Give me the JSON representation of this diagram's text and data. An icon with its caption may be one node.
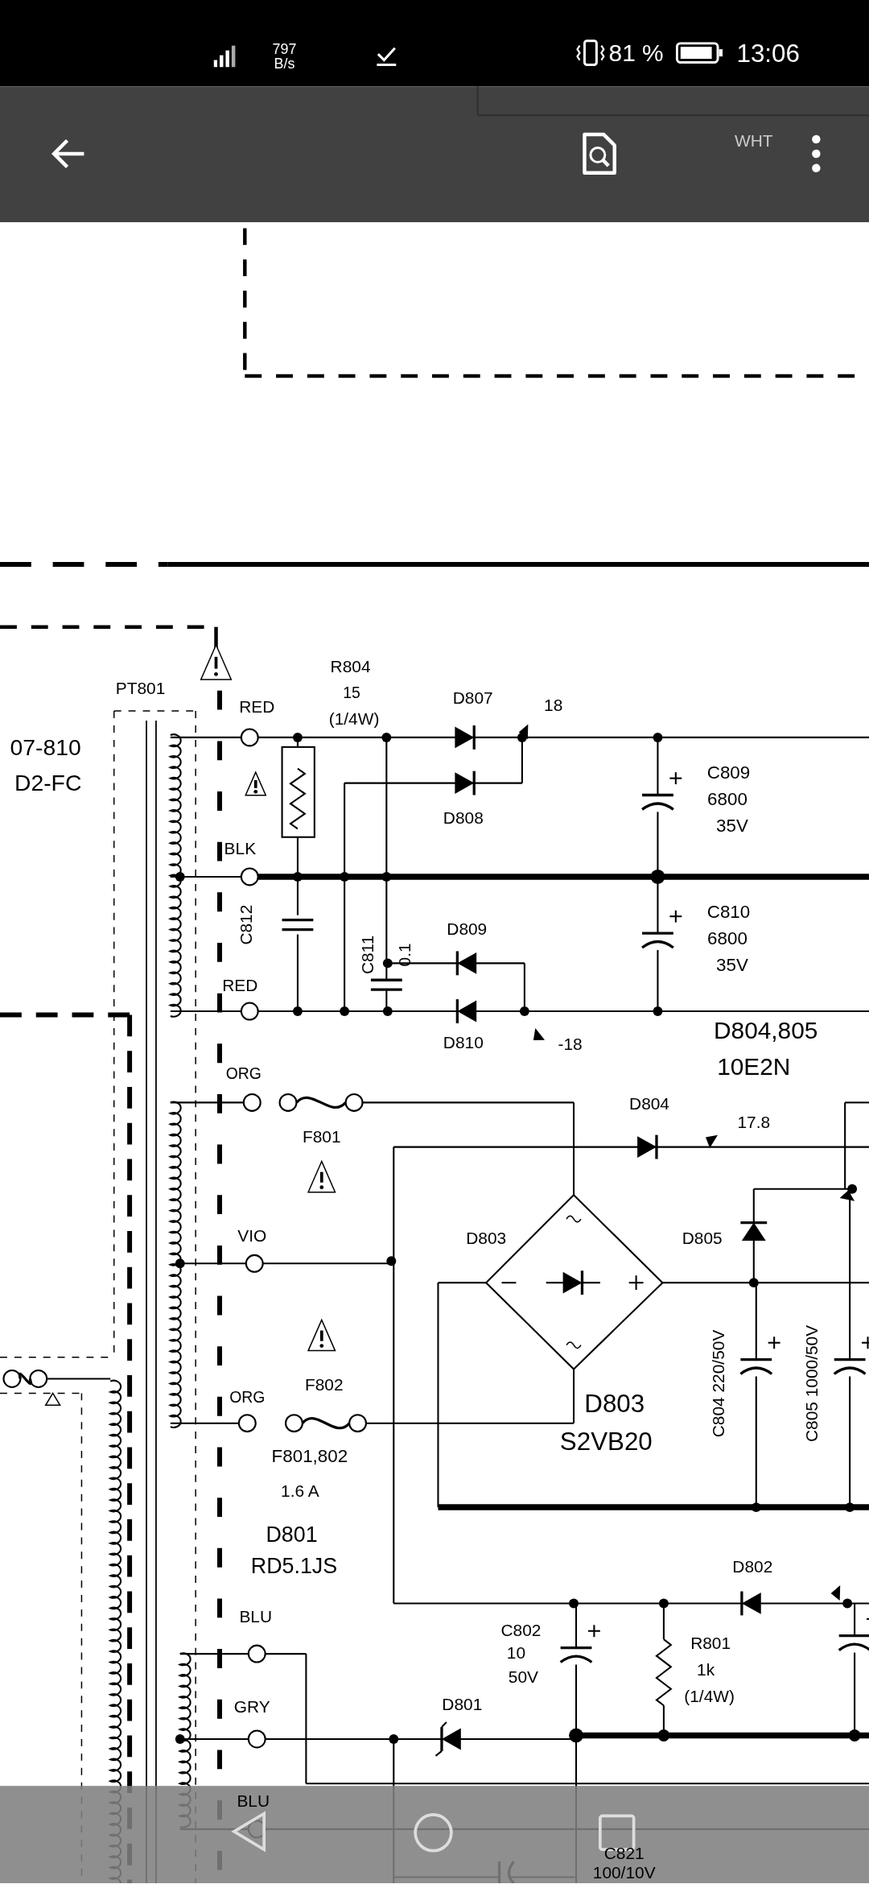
{
  "diagram": {
    "labels": [
      "797 B/s",
      "81 %",
      "13:06",
      "WHT",
      "PT801",
      "R804",
      "RED",
      "15",
      "(1/4W)",
      "D807",
      "18",
      "07-810",
      "D2-FC",
      "C809",
      "6800",
      "35V",
      "D808",
      "BLK",
      "C812",
      "C811",
      "0.1",
      "D809",
      "C810",
      "6800",
      "35V",
      "RED",
      "D810",
      "-18",
      "D804,805",
      "10E2N",
      "ORG",
      "D804",
      "17.8",
      "F801",
      "VIO",
      "D803",
      "D805",
      "F802",
      "ORG",
      "D803",
      "S2VB20",
      "C804 220/50V",
      "C805 1000/50V",
      "F801,802",
      "1.6 A",
      "D801",
      "RD5.1JS",
      "D802",
      "BLU",
      "C802",
      "10",
      "50V",
      "R801",
      "1k",
      "(1/4W)",
      "GRY",
      "D801",
      "BLU",
      "C821",
      "100/10V"
    ]
  }
}
